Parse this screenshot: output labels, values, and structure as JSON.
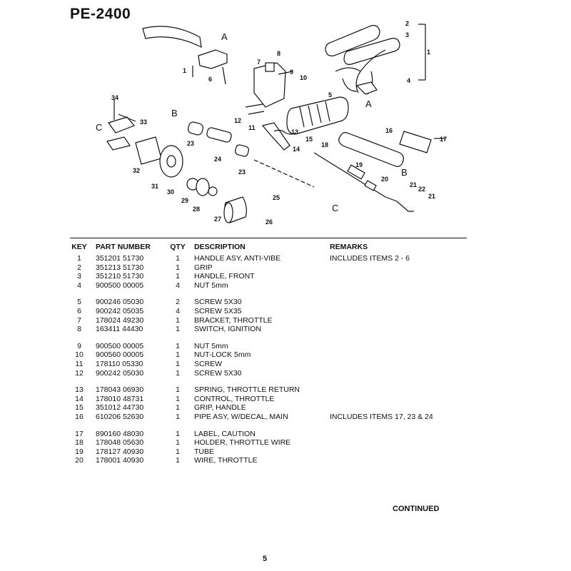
{
  "title": "PE-2400",
  "diagram_labels": {
    "A": "A",
    "B": "B",
    "C": "C",
    "n1": "1",
    "n2": "2",
    "n3": "3",
    "n4": "4",
    "n5": "5",
    "n6": "6",
    "n7": "7",
    "n8": "8",
    "n9": "9",
    "n10": "10",
    "n11": "11",
    "n12": "12",
    "n13": "13",
    "n14": "14",
    "n15": "15",
    "n16": "16",
    "n17": "17",
    "n18": "18",
    "n19": "19",
    "n20": "20",
    "n21": "21",
    "n22": "22",
    "n23": "23",
    "n24": "24",
    "n25": "25",
    "n26": "26",
    "n27": "27",
    "n28": "28",
    "n29": "29",
    "n30": "30",
    "n31": "31",
    "n32": "32",
    "n33": "33",
    "n34": "34"
  },
  "table": {
    "headers": {
      "key": "KEY",
      "part_number": "PART NUMBER",
      "qty": "QTY",
      "description": "DESCRIPTION",
      "remarks": "REMARKS"
    },
    "groups": [
      [
        {
          "key": "1",
          "part": "351201 51730",
          "qty": "1",
          "desc": "HANDLE ASY, ANTI-VIBE",
          "remarks": "INCLUDES ITEMS 2 - 6"
        },
        {
          "key": "2",
          "part": "351213 51730",
          "qty": "1",
          "desc": "GRIP",
          "remarks": ""
        },
        {
          "key": "3",
          "part": "351210 51730",
          "qty": "1",
          "desc": "HANDLE, FRONT",
          "remarks": ""
        },
        {
          "key": "4",
          "part": "900500 00005",
          "qty": "4",
          "desc": "NUT  5mm",
          "remarks": ""
        }
      ],
      [
        {
          "key": "5",
          "part": "900246 05030",
          "qty": "2",
          "desc": "SCREW  5X30",
          "remarks": ""
        },
        {
          "key": "6",
          "part": "900242 05035",
          "qty": "4",
          "desc": "SCREW  5X35",
          "remarks": ""
        },
        {
          "key": "7",
          "part": "178024 49230",
          "qty": "1",
          "desc": "BRACKET, THROTTLE",
          "remarks": ""
        },
        {
          "key": "8",
          "part": "163411 44430",
          "qty": "1",
          "desc": "SWITCH, IGNITION",
          "remarks": ""
        }
      ],
      [
        {
          "key": "9",
          "part": "900500 00005",
          "qty": "1",
          "desc": "NUT  5mm",
          "remarks": ""
        },
        {
          "key": "10",
          "part": "900560 00005",
          "qty": "1",
          "desc": "NUT-LOCK  5mm",
          "remarks": ""
        },
        {
          "key": "11",
          "part": "178110 05330",
          "qty": "1",
          "desc": "SCREW",
          "remarks": ""
        },
        {
          "key": "12",
          "part": "900242 05030",
          "qty": "1",
          "desc": "SCREW  5X30",
          "remarks": ""
        }
      ],
      [
        {
          "key": "13",
          "part": "178043 06930",
          "qty": "1",
          "desc": "SPRING, THROTTLE RETURN",
          "remarks": ""
        },
        {
          "key": "14",
          "part": "178010 48731",
          "qty": "1",
          "desc": "CONTROL, THROTTLE",
          "remarks": ""
        },
        {
          "key": "15",
          "part": "351012 44730",
          "qty": "1",
          "desc": "GRIP, HANDLE",
          "remarks": ""
        },
        {
          "key": "16",
          "part": "610206 52630",
          "qty": "1",
          "desc": "PIPE ASY, W/DECAL, MAIN",
          "remarks": "INCLUDES ITEMS 17, 23 & 24"
        }
      ],
      [
        {
          "key": "17",
          "part": "890160 48030",
          "qty": "1",
          "desc": "LABEL, CAUTION",
          "remarks": ""
        },
        {
          "key": "18",
          "part": "178048 05630",
          "qty": "1",
          "desc": "HOLDER, THROTTLE  WIRE",
          "remarks": ""
        },
        {
          "key": "19",
          "part": "178127 40930",
          "qty": "1",
          "desc": "TUBE",
          "remarks": ""
        },
        {
          "key": "20",
          "part": "178001 40930",
          "qty": "1",
          "desc": "WIRE, THROTTLE",
          "remarks": ""
        }
      ]
    ]
  },
  "footer": {
    "continued": "CONTINUED",
    "page_number": "5"
  }
}
